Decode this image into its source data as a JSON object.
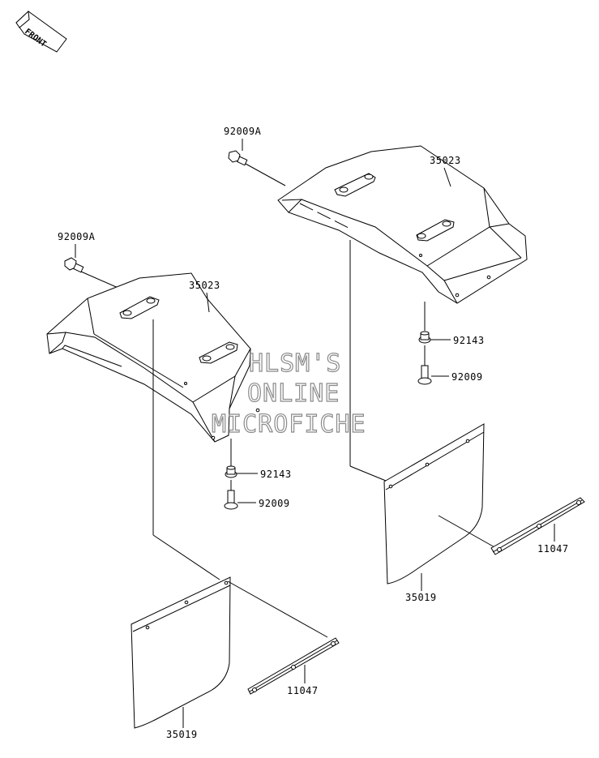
{
  "front_indicator": {
    "text": "FRONT"
  },
  "watermark": {
    "line1": "HLSM'S",
    "line2": "ONLINE",
    "line3": "MICROFICHE"
  },
  "parts": {
    "bolt_top": "92009A",
    "bolt_left": "92009A",
    "cover_right": "35023",
    "cover_left": "35023",
    "washer_right": "92143",
    "screw_right": "92009",
    "washer_left": "92143",
    "screw_left": "92009",
    "flap_right": "35019",
    "flap_left": "35019",
    "plate_right": "11047",
    "plate_left": "11047"
  },
  "colors": {
    "line": "#000000",
    "background": "#ffffff",
    "watermark_outline": "#8a8a8a"
  }
}
